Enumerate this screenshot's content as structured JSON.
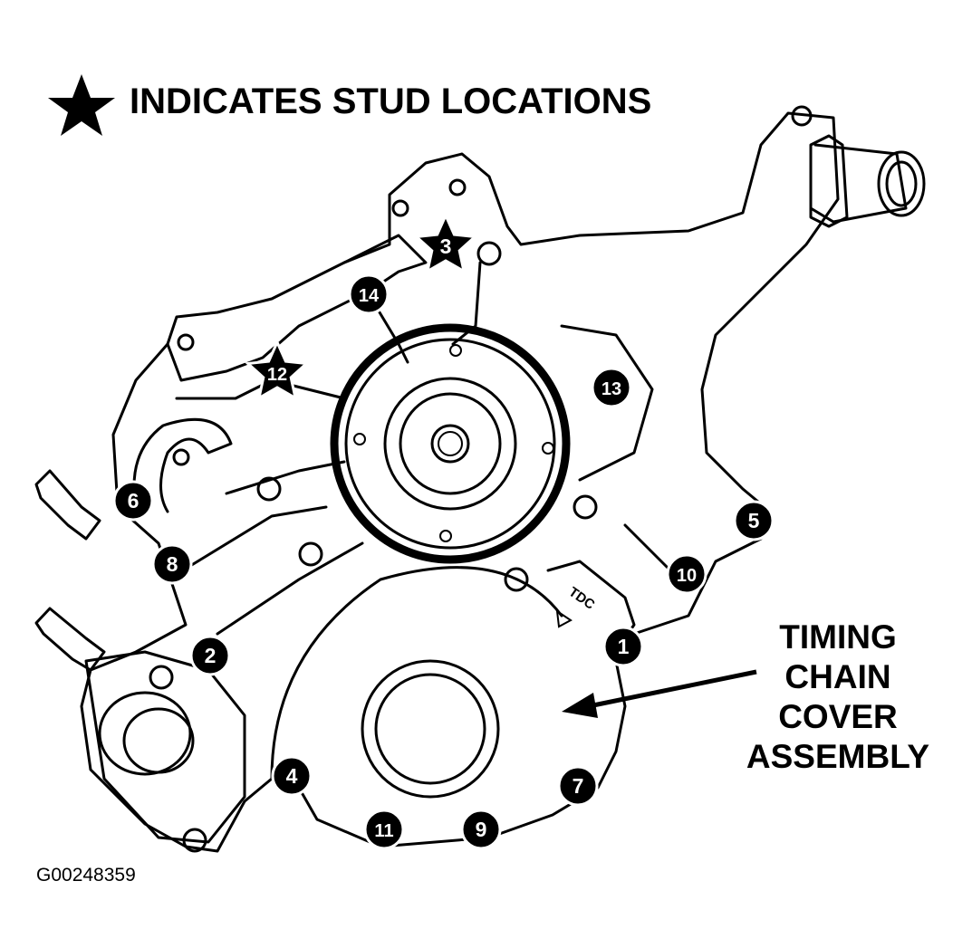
{
  "legend": {
    "icon": "star-icon",
    "text": "INDICATES STUD LOCATIONS"
  },
  "callout": {
    "lines": [
      "TIMING",
      "CHAIN",
      "COVER",
      "ASSEMBLY"
    ]
  },
  "figure_id": "G00248359",
  "tdc_mark": "TDC",
  "bolt_labels": [
    "1",
    "2",
    "3",
    "4",
    "5",
    "6",
    "7",
    "8",
    "9",
    "10",
    "11",
    "12",
    "13",
    "14"
  ],
  "stud_labels": [
    "3",
    "12"
  ]
}
